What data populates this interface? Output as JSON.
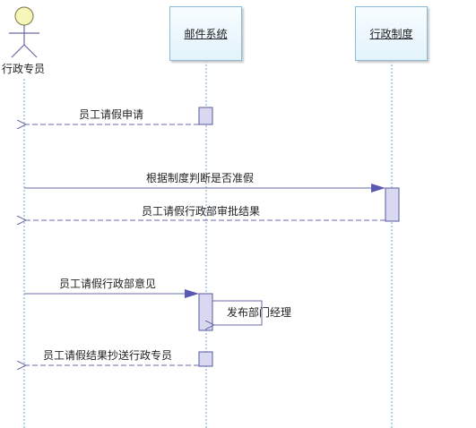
{
  "actor": {
    "name": "行政专员"
  },
  "participants": [
    {
      "id": "mail",
      "name": "邮件系统"
    },
    {
      "id": "policy",
      "name": "行政制度"
    }
  ],
  "messages": [
    {
      "text": "员工请假申请",
      "kind": "return"
    },
    {
      "text": "根据制度判断是否准假",
      "kind": "call"
    },
    {
      "text": "员工请假行政部审批结果",
      "kind": "return"
    },
    {
      "text": "员工请假行政部意见",
      "kind": "call"
    },
    {
      "text": "发布部门经理",
      "kind": "self"
    },
    {
      "text": "员工请假结果抄送行政专员",
      "kind": "return"
    }
  ],
  "colors": {
    "lifeline": "#6fa8c8",
    "activation_fill": "#d8d8f0",
    "activation_border": "#5a5a9e",
    "message_line": "#6a6aa8",
    "arrow_fill": "#5a5ab0"
  }
}
